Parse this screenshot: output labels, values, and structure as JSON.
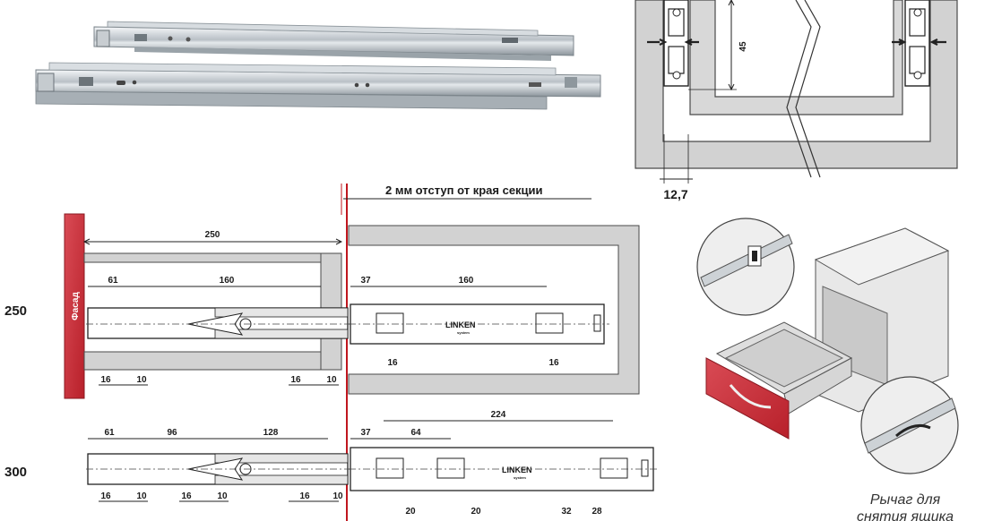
{
  "header": {
    "offset_note": "2 мм отступ от края секции"
  },
  "facade_label": "Фасад",
  "cross_section": {
    "height_dim": "45",
    "width_dim": "12,7"
  },
  "row_250": {
    "label": "250",
    "overall": "250",
    "drawer_dims": [
      "61",
      "160"
    ],
    "drawer_small": [
      "16",
      "10",
      "16",
      "10"
    ],
    "cabinet_dims": [
      "37",
      "160"
    ],
    "cabinet_small": [
      "16",
      "16"
    ]
  },
  "row_300": {
    "label": "300",
    "drawer_dims": [
      "61",
      "96",
      "128"
    ],
    "drawer_small": [
      "16",
      "10",
      "16",
      "10",
      "16",
      "10"
    ],
    "cabinet_top": "224",
    "cabinet_dims": [
      "37",
      "64"
    ],
    "cabinet_small": [
      "20",
      "20",
      "32",
      "28"
    ]
  },
  "logo": "LINKEN",
  "logo_sub": "system",
  "caption": {
    "line1": "Рычаг для",
    "line2": "снятия ящика"
  },
  "colors": {
    "facade": "#c8323c",
    "red_line": "#c0161e",
    "panel": "#cfcfcf",
    "panel_stroke": "#555555"
  }
}
